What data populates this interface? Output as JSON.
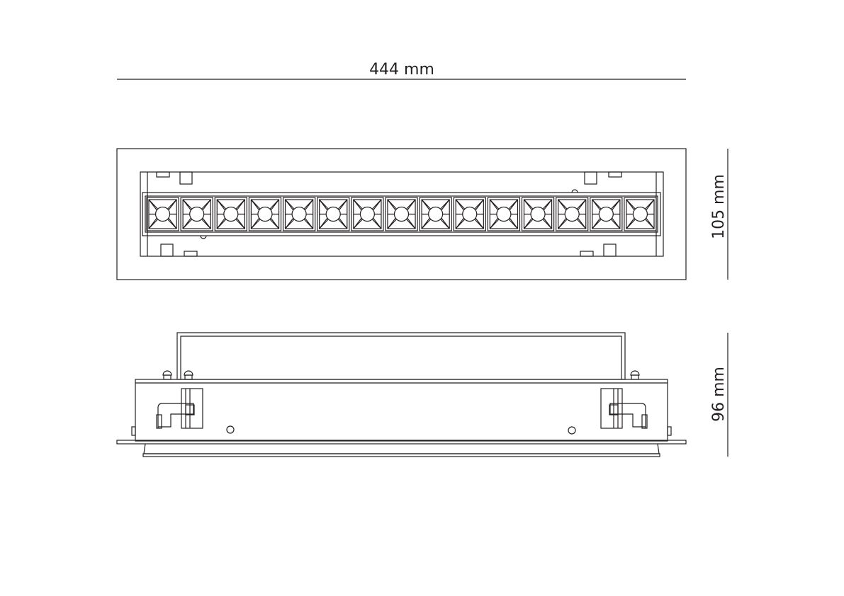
{
  "dimensions": {
    "width_label": "444 mm",
    "depth_label": "105 mm",
    "height_label": "96 mm"
  },
  "fixture": {
    "led_count": 15
  },
  "colors": {
    "line": "#231f20",
    "background": "#ffffff"
  }
}
